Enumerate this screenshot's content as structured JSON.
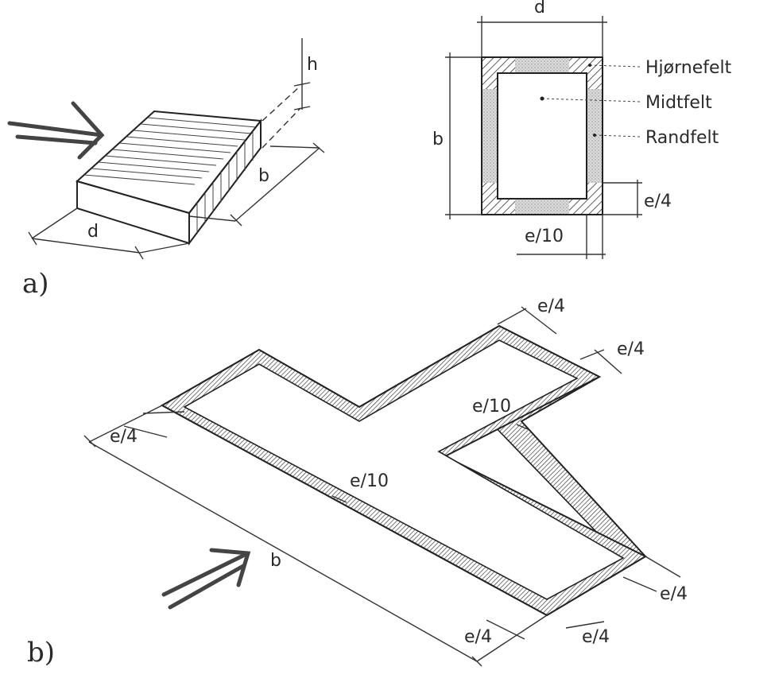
{
  "part_a": {
    "caption": "a)",
    "block": {
      "label_h": "h",
      "label_b": "b",
      "label_d": "d"
    },
    "plan": {
      "label_d_top": "d",
      "label_b": "b",
      "label_e4": "e/4",
      "label_e10": "e/10",
      "legend": [
        "Hjørnefelt",
        "Midtfelt",
        "Randfelt"
      ]
    }
  },
  "part_b": {
    "caption": "b)",
    "labels": {
      "b": "b",
      "e4_left": "e/4",
      "e4_top": "e/4",
      "e4_right_top": "e/4",
      "e10_inner": "e/10",
      "e10_mid": "e/10",
      "e4_right_bottom": "e/4",
      "e4_bottom_left": "e/4",
      "e4_bottom_right": "e/4"
    }
  },
  "colors": {
    "ink": "#2a2a2a",
    "stipple": "#c8c8c8",
    "background": "#ffffff"
  }
}
